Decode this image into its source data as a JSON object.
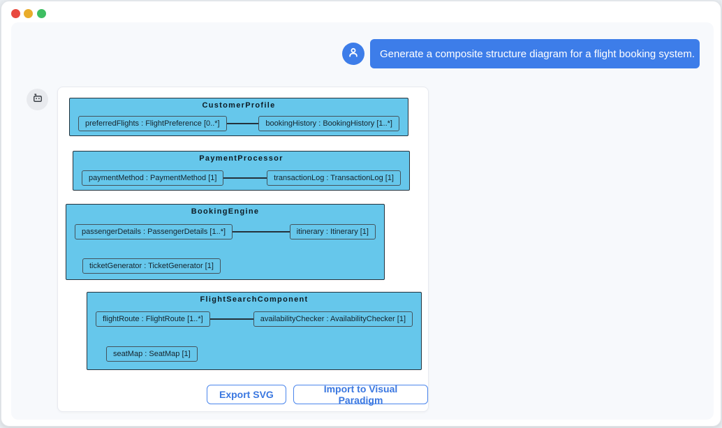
{
  "window": {
    "controls": {
      "close": "close",
      "minimize": "minimize",
      "maximize": "maximize"
    }
  },
  "chat": {
    "user_message": "Generate a composite structure diagram for a flight booking system.",
    "user_avatar_icon": "person-icon",
    "bot_avatar_icon": "robot-icon"
  },
  "diagram": {
    "type": "uml-composite-structure",
    "components": [
      {
        "title": "CustomerProfile",
        "left_part": "preferredFlights : FlightPreference [0..*]",
        "right_part": "bookingHistory : BookingHistory [1..*]",
        "solo_part": null
      },
      {
        "title": "PaymentProcessor",
        "left_part": "paymentMethod : PaymentMethod [1]",
        "right_part": "transactionLog : TransactionLog [1]",
        "solo_part": null
      },
      {
        "title": "BookingEngine",
        "left_part": "passengerDetails : PassengerDetails [1..*]",
        "right_part": "itinerary : Itinerary [1]",
        "solo_part": "ticketGenerator : TicketGenerator [1]"
      },
      {
        "title": "FlightSearchComponent",
        "left_part": "flightRoute : FlightRoute [1..*]",
        "right_part": "availabilityChecker : AvailabilityChecker [1]",
        "solo_part": "seatMap : SeatMap [1]"
      }
    ]
  },
  "actions": {
    "export_svg": "Export SVG",
    "import_vp": "Import to Visual Paradigm"
  },
  "colors": {
    "accent_blue": "#3d7de9",
    "node_fill": "#66c7eb",
    "node_border": "#24323c",
    "button_blue": "#4b86ec"
  }
}
